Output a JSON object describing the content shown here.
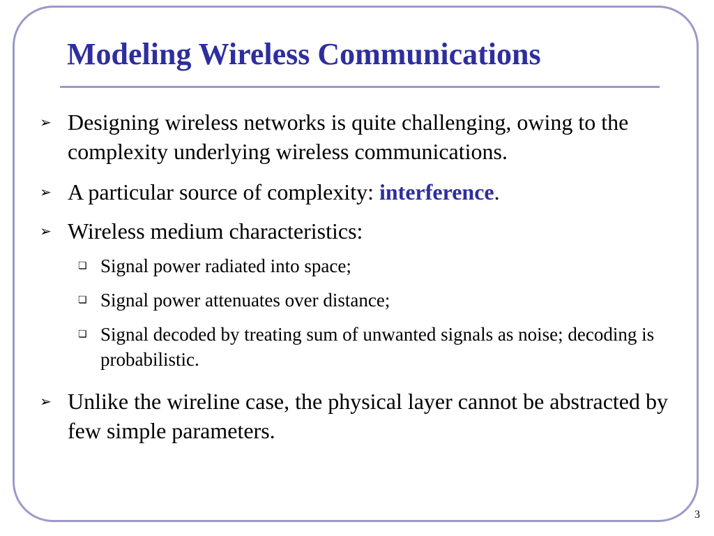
{
  "slide": {
    "title": "Modeling Wireless Communications",
    "page_number": "3",
    "colors": {
      "title": "#2e2e9e",
      "border": "#9a9ac8",
      "emphasis": "#2e2e9e"
    },
    "bullets": [
      {
        "icon": "chevron-right-icon",
        "text": "Designing wireless networks is quite challenging, owing to the complexity underlying wireless communications."
      },
      {
        "icon": "chevron-right-icon",
        "text_before": "A particular source of complexity: ",
        "emphasis": "interference",
        "text_after": "."
      },
      {
        "icon": "chevron-right-icon",
        "text": "Wireless medium characteristics:",
        "sub_items": [
          {
            "icon": "square-bullet-icon",
            "text": "Signal power radiated into space;"
          },
          {
            "icon": "square-bullet-icon",
            "text": "Signal power attenuates over distance;"
          },
          {
            "icon": "square-bullet-icon",
            "text": "Signal decoded by treating sum of unwanted signals as noise; decoding is probabilistic."
          }
        ]
      },
      {
        "icon": "chevron-right-icon",
        "text": "Unlike the wireline case, the physical layer cannot be abstracted by few simple parameters."
      }
    ]
  }
}
